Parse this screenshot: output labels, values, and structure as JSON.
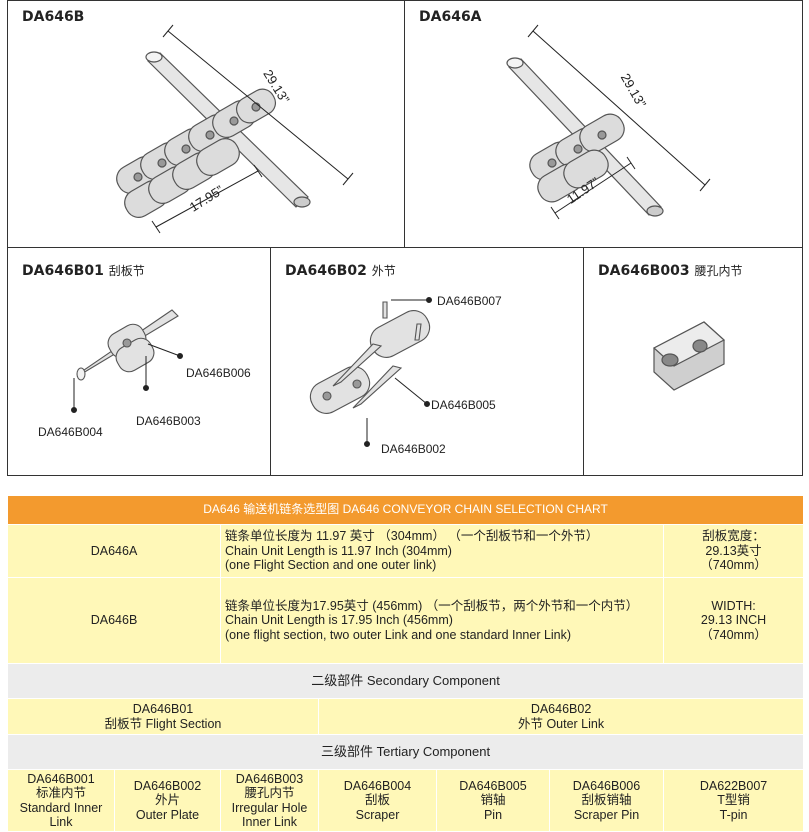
{
  "panels": {
    "a": {
      "title": "DA646B",
      "dim_long": "29.13”",
      "dim_short": "17.95”"
    },
    "b": {
      "title": "DA646A",
      "dim_long": "29.13”",
      "dim_short": "11.97”"
    },
    "c": {
      "code": "DA646B01",
      "cn": "刮板节",
      "callouts": [
        "DA646B006",
        "DA646B003",
        "DA646B004"
      ]
    },
    "d": {
      "code": "DA646B02",
      "cn": "外节",
      "callouts": [
        "DA646B007",
        "DA646B005",
        "DA646B002"
      ]
    },
    "e": {
      "code": "DA646B003",
      "cn": "腰孔内节"
    }
  },
  "table": {
    "header": "DA646 输送机链条选型图  DA646 CONVEYOR CHAIN SELECTION CHART",
    "rows": [
      {
        "model": "DA646A",
        "desc": [
          "链条单位长度为 11.97 英寸  （304mm）  （一个刮板节和一个外节）",
          "Chain Unit Length is 11.97 Inch (304mm)",
          "(one Flight Section and one outer link)"
        ],
        "width": [
          "刮板宽度：",
          "29.13英寸",
          "（740mm）"
        ]
      },
      {
        "model": "DA646B",
        "desc": [
          "链条单位长度为17.95英寸 (456mm) （一个刮板节，两个外节和一个内节）",
          "Chain Unit Length is 17.95 Inch (456mm)",
          "(one flight section, two outer Link and one standard Inner Link)"
        ],
        "width": [
          "WIDTH:",
          "29.13 INCH",
          "（740mm）"
        ]
      }
    ],
    "secondary_title": "二级部件 Secondary Component",
    "secondary": [
      {
        "code": "DA646B01",
        "name": "刮板节 Flight Section"
      },
      {
        "code": "DA646B02",
        "name": "外节 Outer Link"
      }
    ],
    "tertiary_title": "三级部件 Tertiary Component",
    "tertiary": [
      {
        "code": "DA646B001",
        "lines": [
          "标准内节",
          "Standard Inner Link"
        ]
      },
      {
        "code": "DA646B002",
        "lines": [
          "外片",
          "Outer Plate"
        ]
      },
      {
        "code": "DA646B003",
        "lines": [
          "腰孔内节",
          "Irregular Hole",
          "Inner Link"
        ]
      },
      {
        "code": "DA646B004",
        "lines": [
          "刮板",
          "Scraper"
        ]
      },
      {
        "code": "DA646B005",
        "lines": [
          "销轴",
          "Pin"
        ]
      },
      {
        "code": "DA646B006",
        "lines": [
          "刮板销轴",
          "Scraper Pin"
        ]
      },
      {
        "code": "DA622B007",
        "lines": [
          "T型销",
          "T-pin"
        ]
      }
    ]
  },
  "colors": {
    "header": "#f39a2e",
    "row": "#fff8b8",
    "section": "#ececec"
  }
}
